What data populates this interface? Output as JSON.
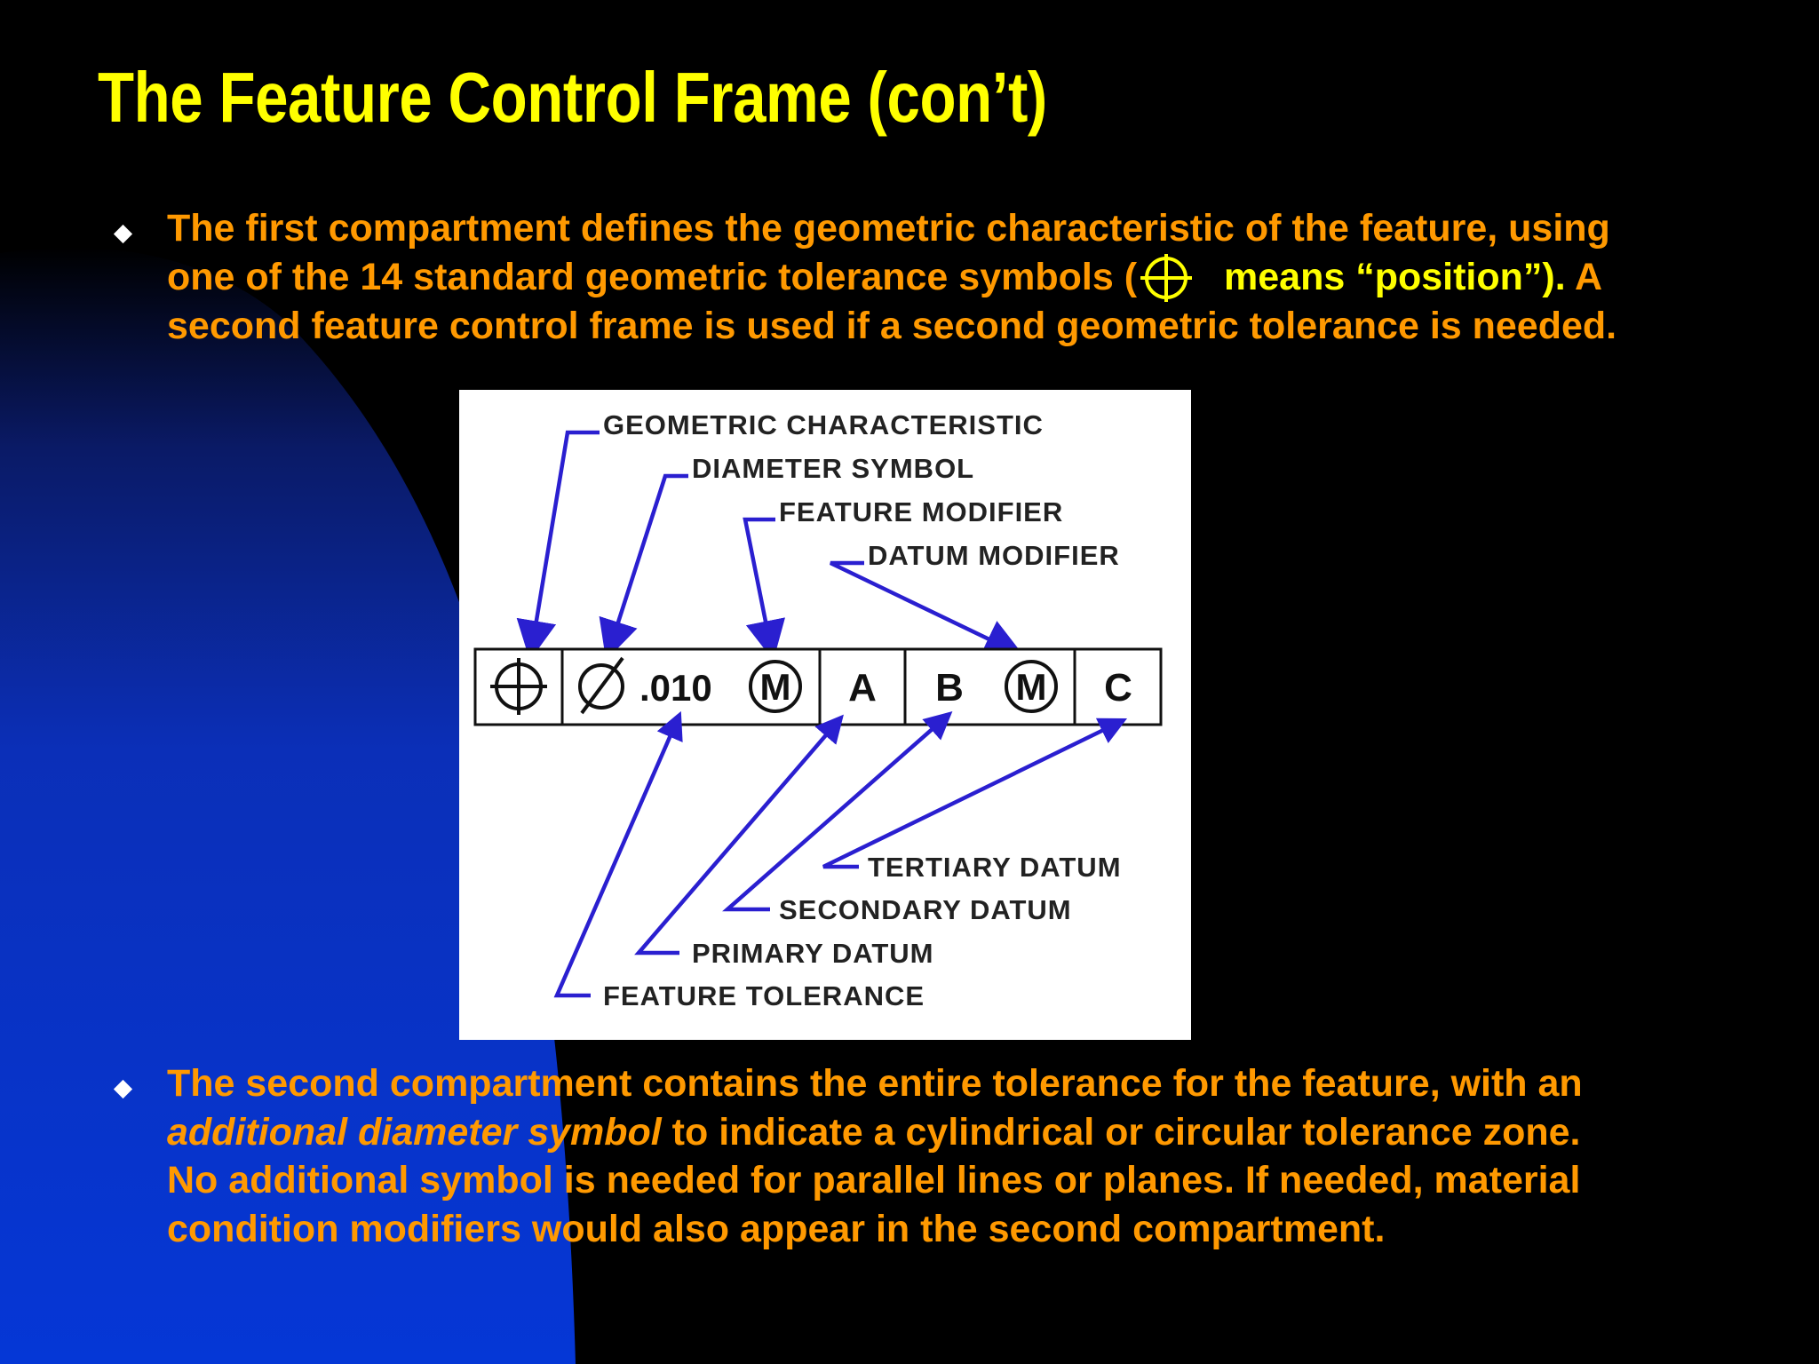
{
  "slide": {
    "title": "The Feature Control Frame (con’t)",
    "colors": {
      "title": "#FFFF00",
      "body_text": "#FF9900",
      "highlight": "#FFFF00",
      "background": "#000000",
      "accent_curve": "#0033CC",
      "arrow": "#2A1FD0"
    }
  },
  "bullets": [
    {
      "lines": [
        {
          "part1": "The first compartment defines the geometric characteristic of the feature, using"
        },
        {
          "part1": "one of the 14 standard geometric tolerance symbols (",
          "symbol": "position-icon",
          "part2": "means “position”).",
          "part3": " A"
        },
        {
          "part1": "second feature control frame is used if a second geometric tolerance is needed."
        }
      ]
    },
    {
      "lines": [
        {
          "part1": "The second compartment contains the entire tolerance for the feature, with an"
        },
        {
          "italic": "additional diameter symbol",
          "part1": " to indicate a cylindrical or circular tolerance zone."
        },
        {
          "part1": "No additional symbol is needed for parallel lines or planes.  If needed, material"
        },
        {
          "part1": "condition modifiers would also appear in the second compartment."
        }
      ]
    }
  ],
  "figure": {
    "top_labels": [
      "GEOMETRIC CHARACTERISTIC",
      "DIAMETER SYMBOL",
      "FEATURE MODIFIER",
      "DATUM MODIFIER"
    ],
    "bottom_labels": [
      "TERTIARY DATUM",
      "SECONDARY DATUM",
      "PRIMARY DATUM",
      "FEATURE TOLERANCE"
    ],
    "frame": {
      "tolerance": ".010",
      "modifier": "M",
      "datum_primary": "A",
      "datum_secondary": "B",
      "datum_modifier": "M",
      "datum_tertiary": "C"
    }
  }
}
